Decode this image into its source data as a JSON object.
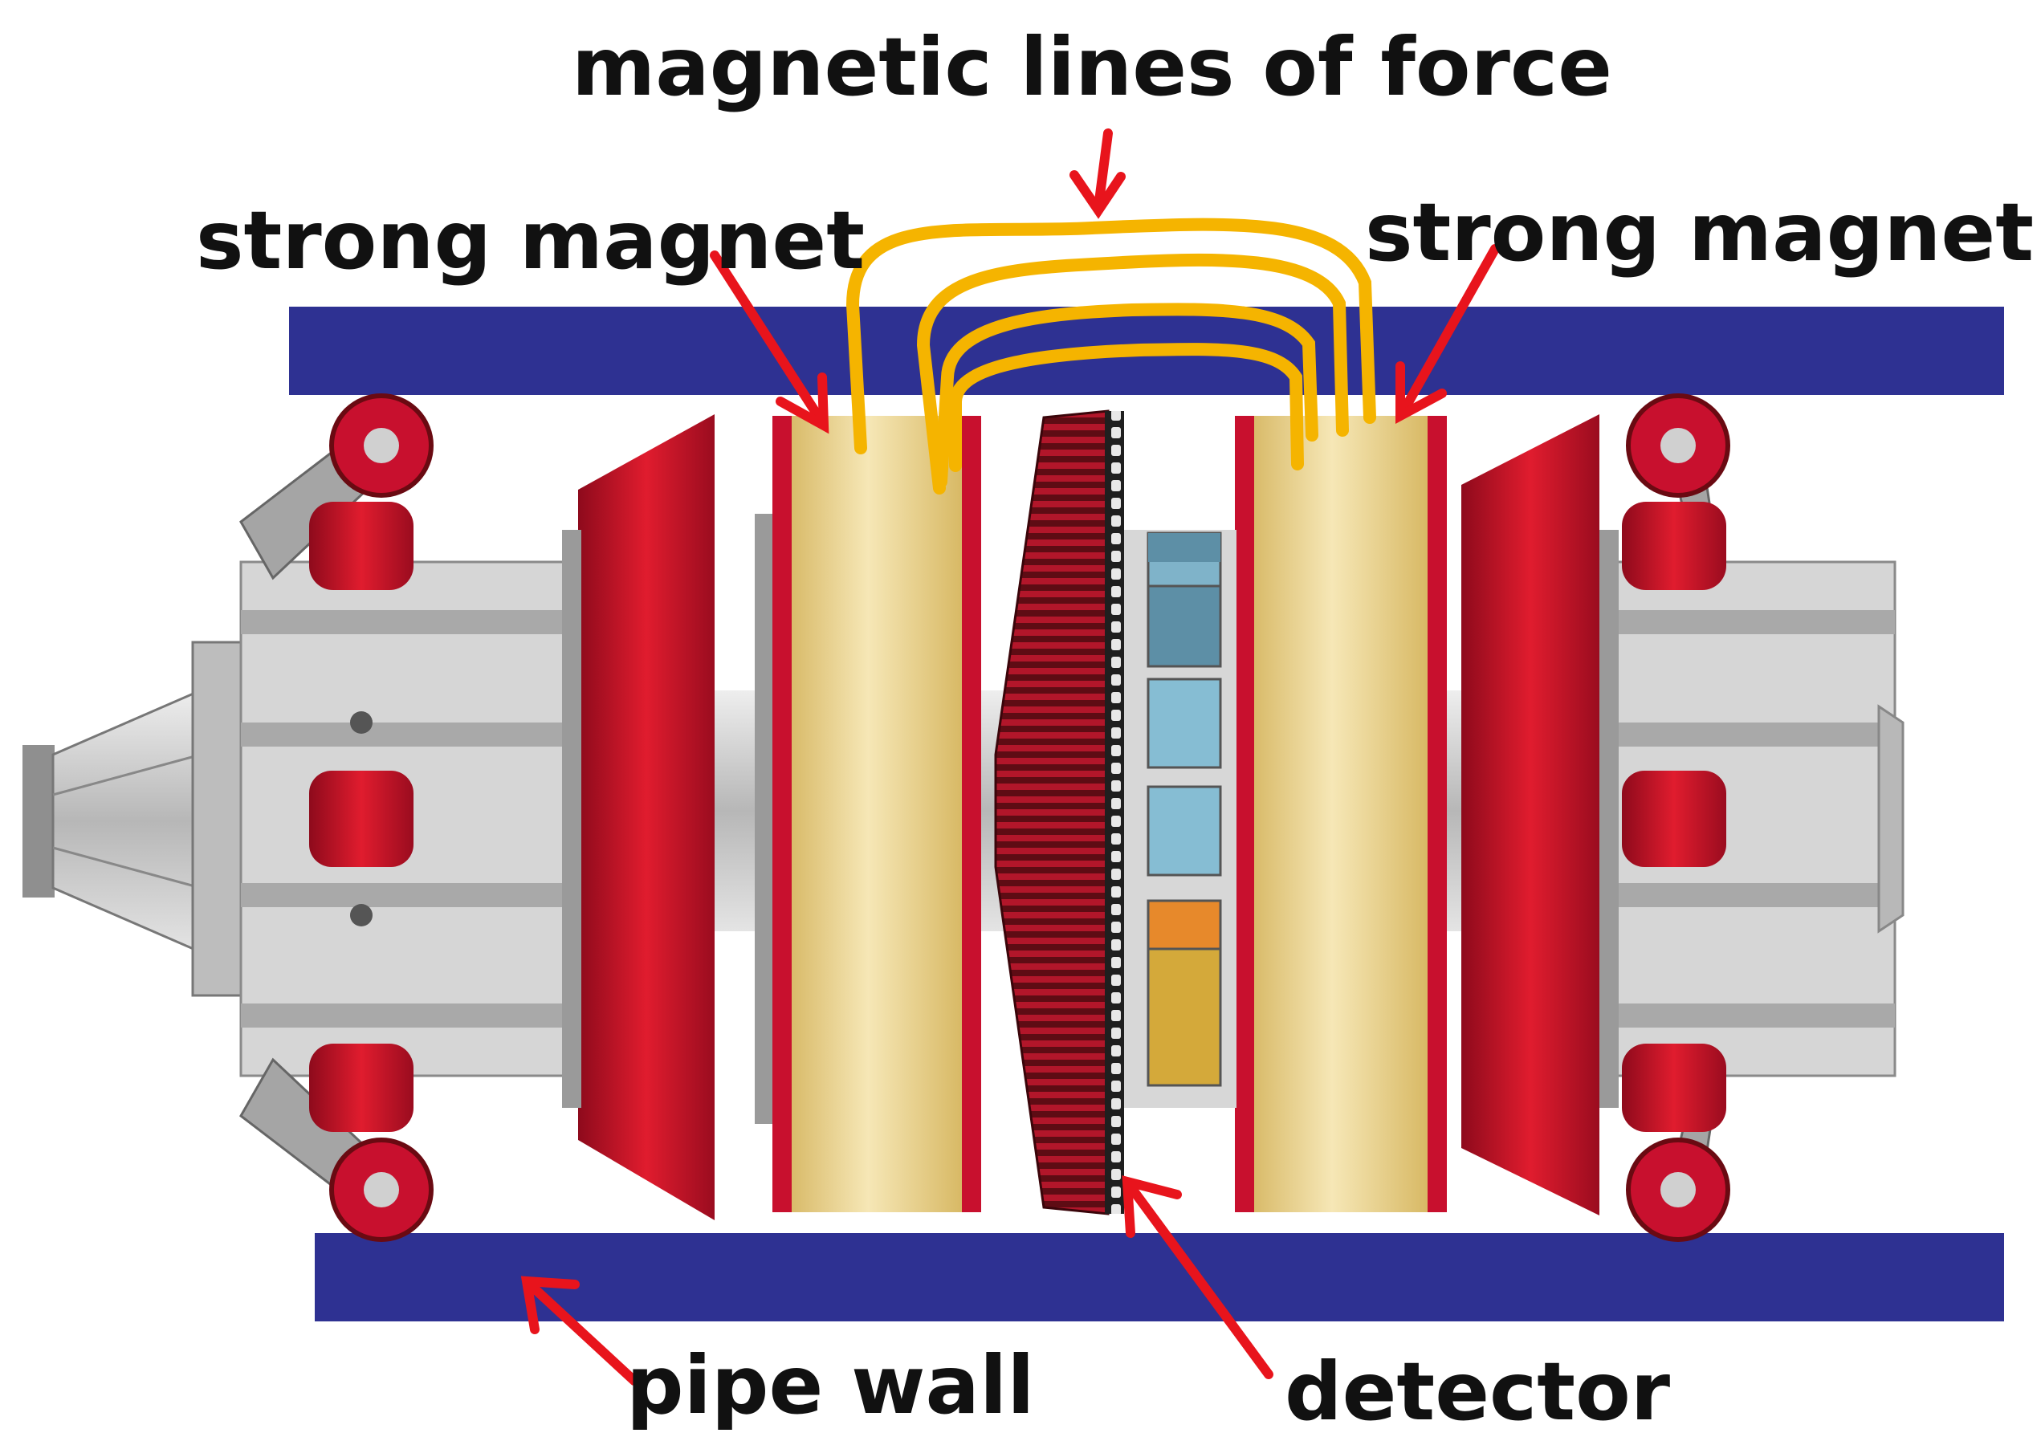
{
  "labels": {
    "magnetic_lines": "magnetic lines of force",
    "strong_magnet_left": "strong magnet",
    "strong_magnet_right": "strong magnet",
    "pipe_wall": "pipe wall",
    "detector": "detector"
  },
  "colors": {
    "pipe_wall": "#2e3192",
    "flux_lines": "#f5b400",
    "arrow": "#e8141c",
    "magnet_ring": "#c8102e",
    "magnet_body": "#efd89a",
    "metal": "#c9c9c9",
    "sensor_blue": "#7fb3c9",
    "sensor_orange": "#e7892b",
    "sensor_tan": "#d4a93a"
  }
}
